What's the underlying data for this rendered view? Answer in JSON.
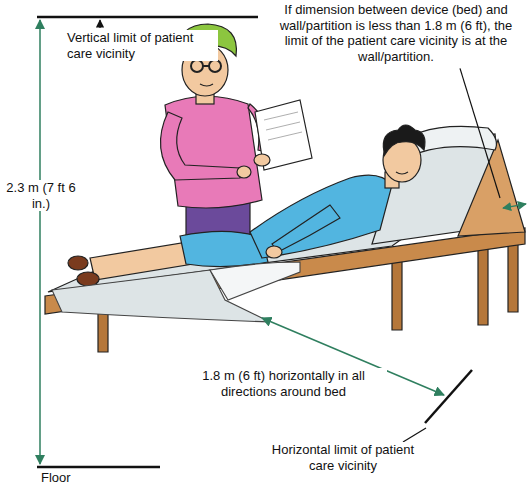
{
  "diagram": {
    "labels": [
      "Vertical limit of patient care vicinity",
      "If dimension between device (bed) and wall/partition is less than 1.8 m (6 ft), the limit of the patient care vicinity is at the wall/partition.",
      "2.3 m (7 ft 6 in.)",
      "1.8 m (6 ft) horizontally in all directions around bed",
      "Horizontal limit of patient care vicinity",
      "Floor"
    ]
  }
}
